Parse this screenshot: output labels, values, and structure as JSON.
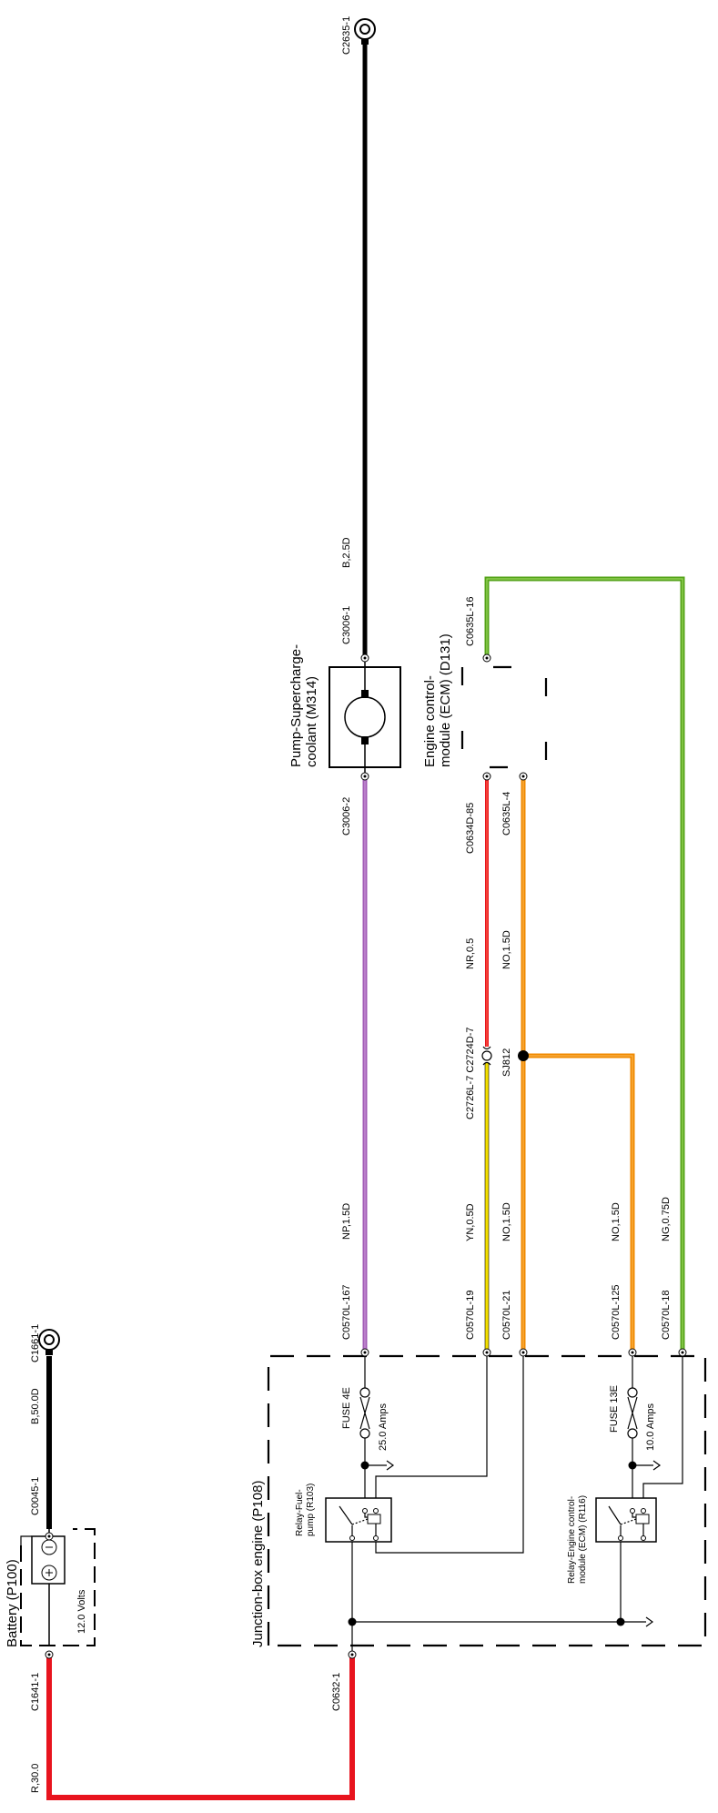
{
  "components": {
    "battery": {
      "title": "Battery (P100)",
      "voltage": "12.0 Volts"
    },
    "pump": {
      "title_line1": "Pump-Supercharge-",
      "title_line2": "coolant (M314)"
    },
    "ecm": {
      "title_line1": "Engine control-",
      "title_line2": "module (ECM) (D131)"
    },
    "junction_box": {
      "title": "Junction-box engine (P108)"
    },
    "relay_fuel_pump": {
      "line1": "Relay-Fuel-",
      "line2": "pump (R103)"
    },
    "relay_ecm": {
      "line1": "Relay-Engine control-",
      "line2": "module (ECM) (R116)"
    },
    "fuse_4e": {
      "name": "FUSE 4E",
      "rating": "25.0 Amps"
    },
    "fuse_13e": {
      "name": "FUSE 13E",
      "rating": "10.0 Amps"
    },
    "splice": {
      "name": "SJ812"
    }
  },
  "connectors": {
    "c1641_1": "C1641-1",
    "c0045_1": "C0045-1",
    "c1661_1": "C1661-1",
    "c0632_1": "C0632-1",
    "c0570l_167": "C0570L-167",
    "c3006_2": "C3006-2",
    "c3006_1": "C3006-1",
    "c2635_1": "C2635-1",
    "c0570l_19": "C0570L-19",
    "c2726l_7_c2724d_7": "C2726L-7 C2724D-7",
    "c0634d_85": "C0634D-85",
    "c0570l_21": "C0570L-21",
    "c0635l_4": "C0635L-4",
    "c0635l_16": "C0635L-16",
    "c0570l_125": "C0570L-125",
    "c0570l_18": "C0570L-18"
  },
  "wires": {
    "r_30_0": "R,30.0",
    "b_50_0d": "B,50.0D",
    "np_1_5d": "NP,1.5D",
    "b_2_5d": "B,2.5D",
    "yn_0_5d": "YN,0.5D",
    "nr_0_5": "NR,0.5",
    "no_1_5d_a": "NO,1.5D",
    "no_1_5d_b": "NO,1.5D",
    "no_1_5d_c": "NO,1.5D",
    "ng_0_75d": "NG,0.75D"
  },
  "colors": {
    "red": "#e8141e",
    "black": "#000000",
    "purple": "#a15bb5",
    "yellow": "#f4e000",
    "orange": "#f08a00",
    "green": "#54a319",
    "green_core": "#9cd65e",
    "orange_core": "#f9b24c",
    "red_core": "#ff6c4e",
    "purple_core": "#d2a2e0"
  }
}
